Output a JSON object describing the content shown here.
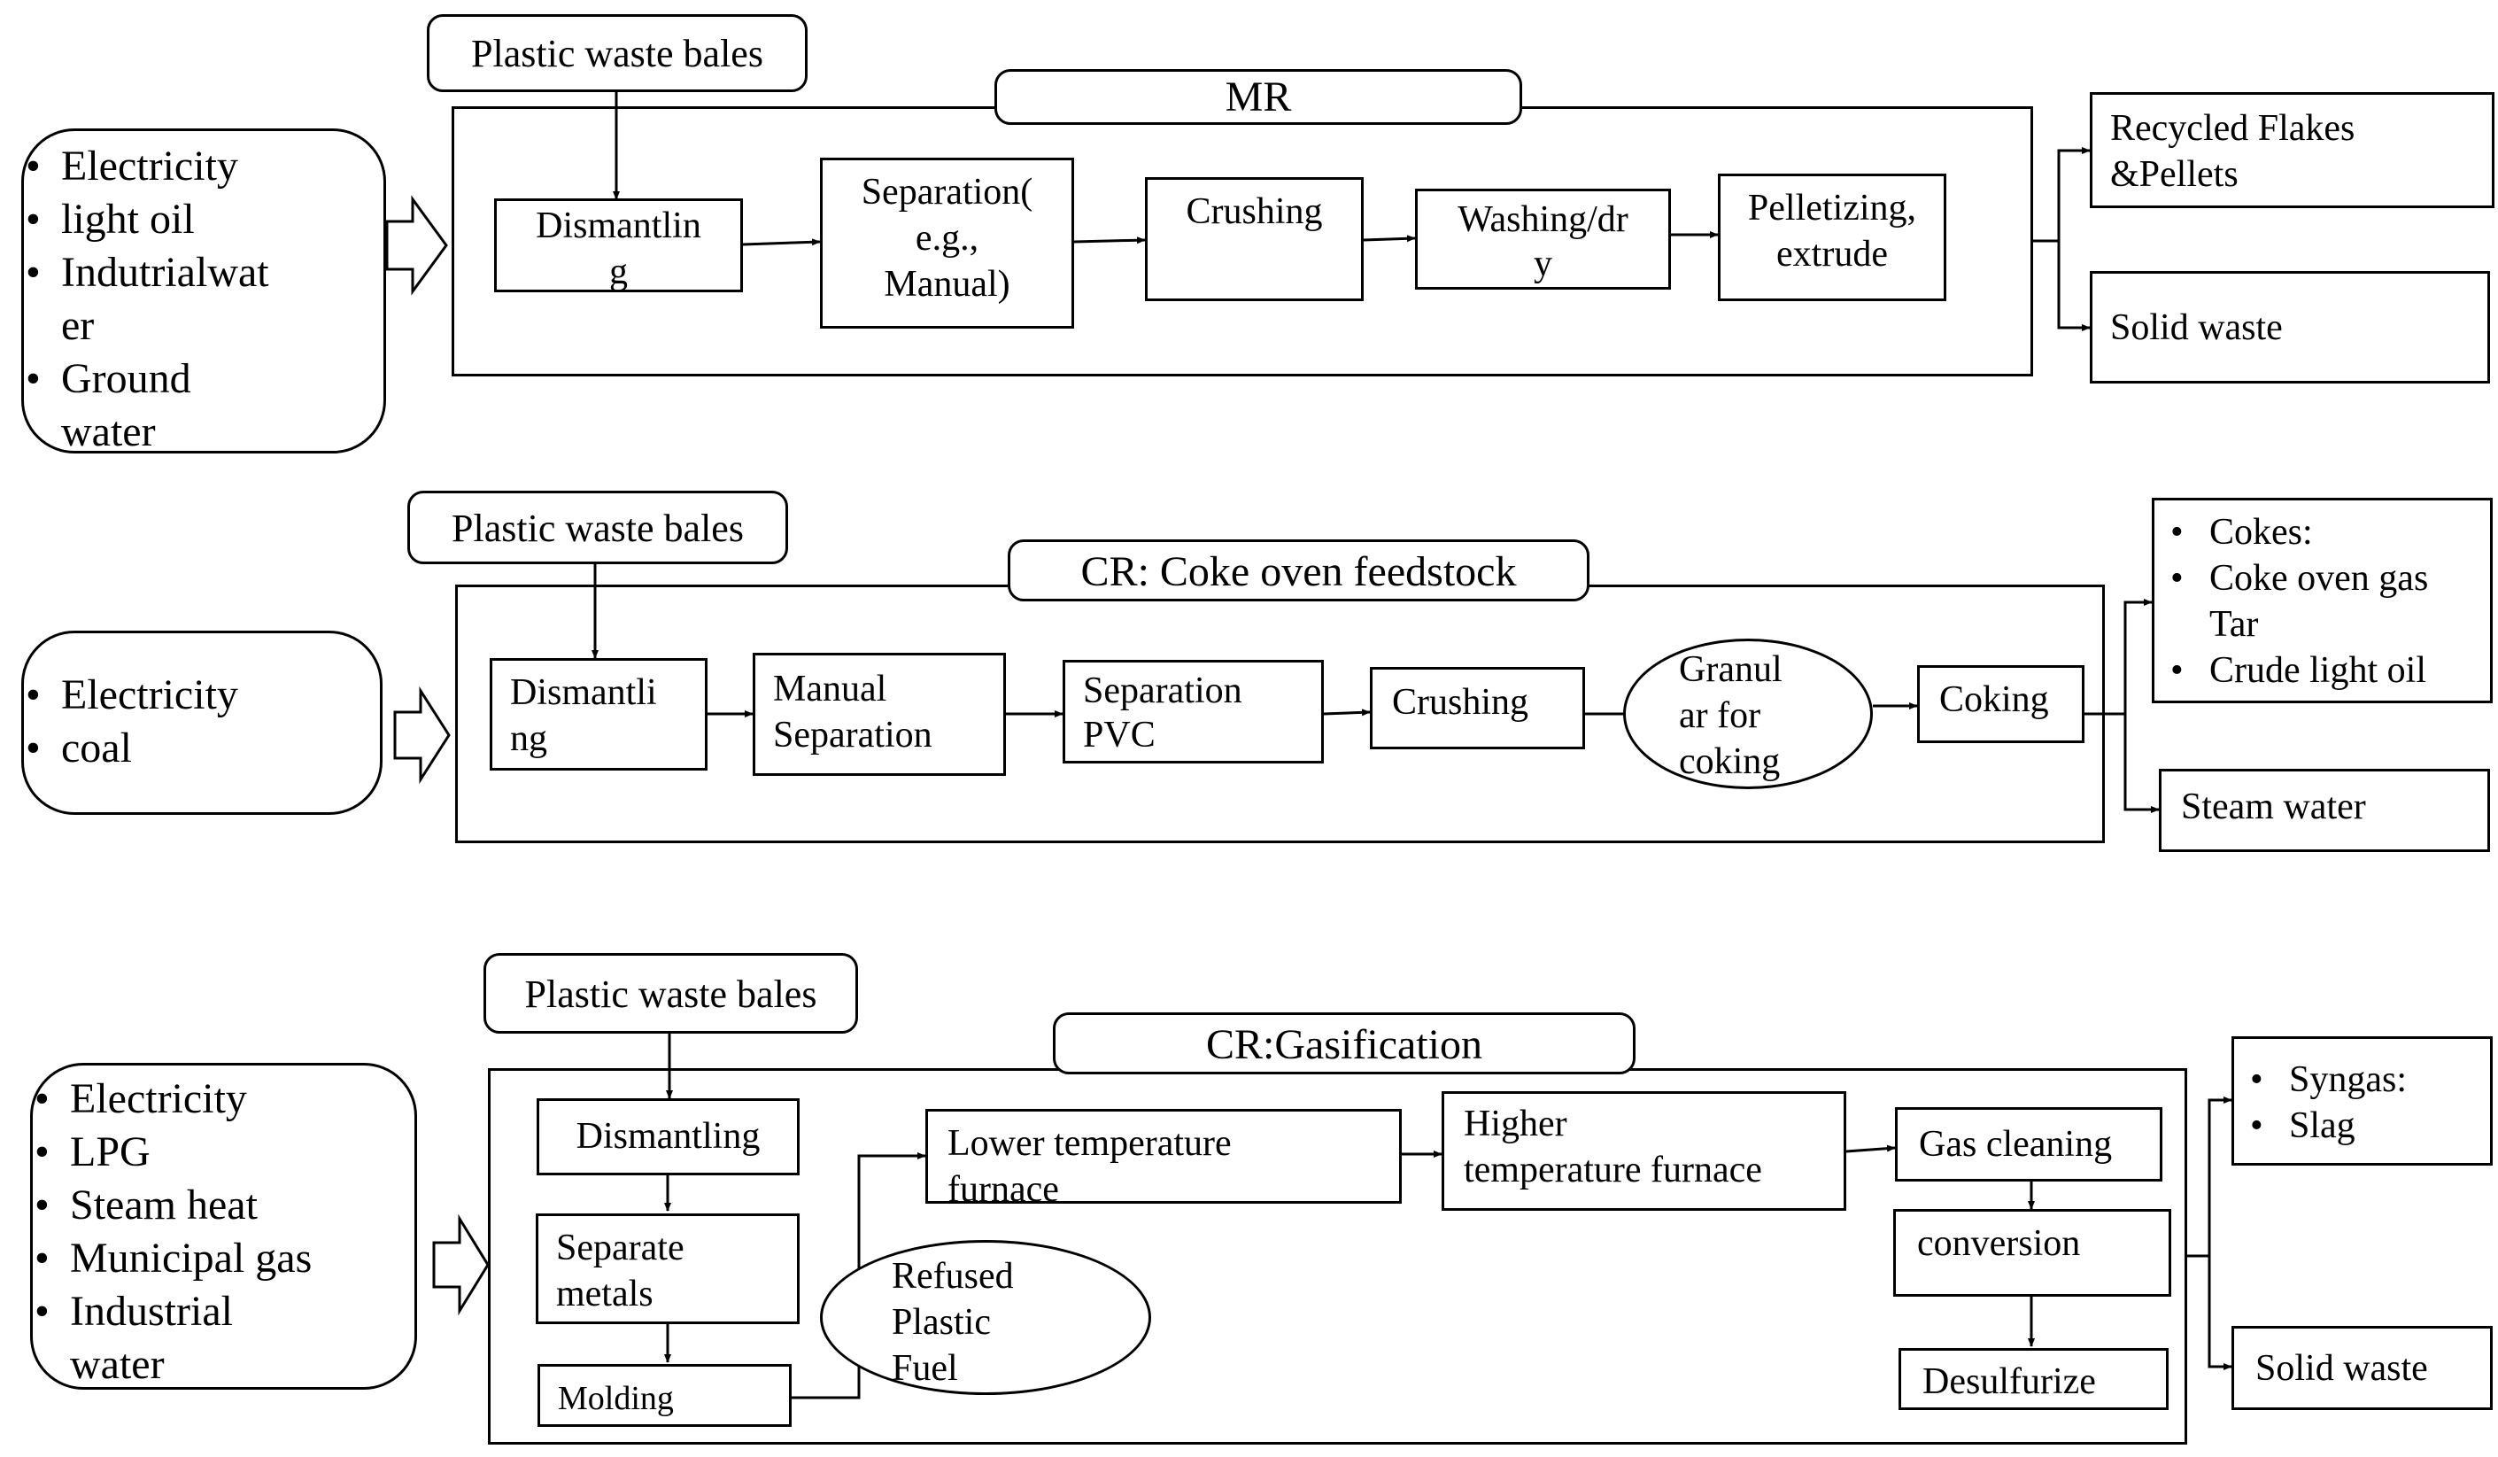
{
  "mr": {
    "title": "MR",
    "bales": "Plastic waste bales",
    "inputs": [
      "Electricity",
      "light oil",
      "Indutrialwat",
      "er",
      "Ground",
      "water"
    ],
    "steps": {
      "dismantling": [
        "Dismantlin",
        "g"
      ],
      "separation": [
        "Separation(",
        "e.g.,",
        "Manual)"
      ],
      "crushing": "Crushing",
      "washing": [
        "Washing/dr",
        "y"
      ],
      "pelletizing": [
        "Pelletizing,",
        "extrude"
      ]
    },
    "outputs": {
      "flakes": [
        "Recycled Flakes",
        "&Pellets"
      ],
      "solid": "Solid waste"
    }
  },
  "coke": {
    "title": "CR: Coke oven feedstock",
    "bales": "Plastic waste bales",
    "inputs": [
      "Electricity",
      "coal"
    ],
    "steps": {
      "dismantling": [
        "Dismantli",
        "ng"
      ],
      "manual": [
        "Manual",
        "Separation"
      ],
      "pvc": [
        "Separation",
        "PVC"
      ],
      "crushing": "Crushing",
      "granular": [
        "Granul",
        "ar for",
        "coking"
      ],
      "coking": "Coking"
    },
    "outputs": {
      "products": [
        "Cokes:",
        "Coke oven gas",
        "Tar",
        "Crude light oil"
      ],
      "steam": "Steam water"
    }
  },
  "gas": {
    "title": "CR:Gasification",
    "bales": "Plastic waste bales",
    "inputs": [
      "Electricity",
      "LPG",
      "Steam heat",
      "Municipal gas",
      "Industrial",
      "water"
    ],
    "steps": {
      "dismantling": "Dismantling",
      "separate": [
        "Separate",
        "metals"
      ],
      "molding": "Molding",
      "refused": [
        "Refused",
        "Plastic",
        "Fuel"
      ],
      "lower": [
        "Lower temperature",
        "furnace"
      ],
      "higher": [
        "Higher",
        "temperature furnace"
      ],
      "cleaning": "Gas cleaning",
      "conversion": "conversion",
      "desulfurize": "Desulfurize"
    },
    "outputs": {
      "products": [
        "Syngas:",
        "Slag"
      ],
      "solid": "Solid waste"
    }
  }
}
